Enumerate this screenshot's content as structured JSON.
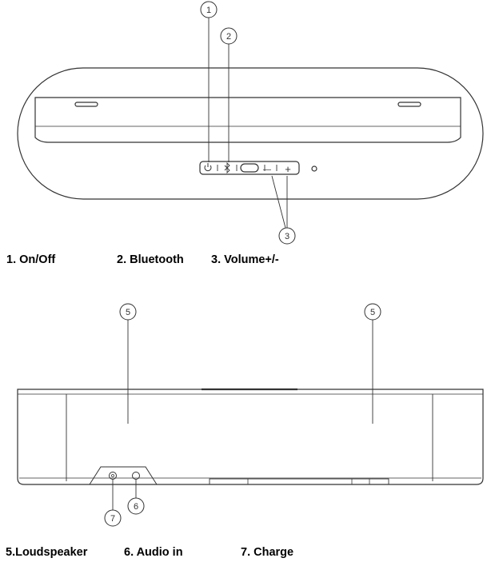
{
  "top_view": {
    "callouts": {
      "on_off": "1",
      "bluetooth": "2",
      "volume": "3"
    },
    "captions": {
      "on_off": "1.  On/Off",
      "bluetooth": "2. Bluetooth",
      "volume": "3. Volume+/-"
    },
    "button_symbols": {
      "minus": "—",
      "plus": "+"
    },
    "icons": [
      "power-icon",
      "bluetooth-icon",
      "mode-icon",
      "minus-icon",
      "plus-icon",
      "indicator-led-icon"
    ]
  },
  "front_view": {
    "callouts": {
      "speaker_left": "5",
      "speaker_right": "5",
      "audio_in": "6",
      "charge": "7"
    },
    "captions": {
      "loudspeaker": "5.Loudspeaker",
      "audio_in": "6. Audio in",
      "charge": "7. Charge"
    },
    "icons": [
      "charge-port-icon",
      "audio-jack-icon"
    ]
  },
  "colors": {
    "line": "#333333",
    "text": "#000000",
    "background": "#ffffff"
  }
}
